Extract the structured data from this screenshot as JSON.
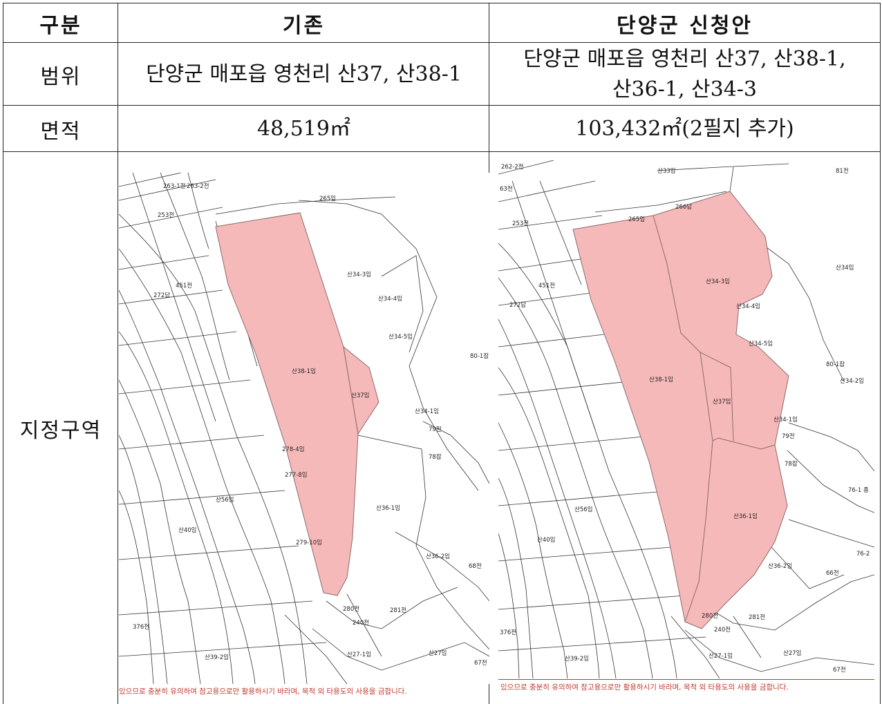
{
  "table": {
    "headers": [
      "구분",
      "기존",
      "단양군 신청안"
    ],
    "rows": [
      {
        "label": "범위",
        "existing": "단양군 매포읍 영천리 산37, 산38-1",
        "proposed_line1": "단양군 매포읍 영천리 산37, 산38-1,",
        "proposed_line2": "산36-1, 산34-3"
      },
      {
        "label": "면적",
        "existing": "48,519㎡",
        "proposed": "103,432㎡(2필지 추가)"
      },
      {
        "label": "지정구역"
      }
    ]
  },
  "colors": {
    "highlight": "#f6b9b9",
    "highlight_stroke": "#8a6a6a",
    "border": "#222222",
    "warning": "#c0392b"
  },
  "map_existing": {
    "parcel_labels": [
      "산38-1임",
      "산37임",
      "산34-3임",
      "산34-4임",
      "산34-5임",
      "산34-1임",
      "산36-1임",
      "산36-2임",
      "산40임",
      "산56임",
      "265임",
      "263-1전",
      "263-2전",
      "253전",
      "451전",
      "272답",
      "278-4임",
      "277-8임",
      "279-10임",
      "280전",
      "281전",
      "240전",
      "산27-1임",
      "산27임",
      "산39-2임",
      "376전",
      "80-1잡",
      "79전",
      "78잡",
      "68전",
      "67전"
    ],
    "warning": "있으므로 충분히 유의하여 참고용으로만 활용하시기 바라며, 목적 외 타용도의 사용을 금합니다."
  },
  "map_proposed": {
    "parcel_labels": [
      "산33임",
      "81전",
      "262-2전",
      "63전",
      "265임",
      "266답",
      "253전",
      "산34-3임",
      "산34-4임",
      "산34-5임",
      "산34-1임",
      "산34-2임",
      "산34임",
      "산38-1임",
      "산37임",
      "산36-1임",
      "산36-2임",
      "산40임",
      "산56임",
      "451전",
      "272답",
      "280전",
      "281전",
      "240전",
      "산27-1임",
      "산27임",
      "산39-2임",
      "376전",
      "80-1잡",
      "79전",
      "78잡",
      "76-1 종",
      "66전",
      "67전",
      "76-2"
    ],
    "warning": "있으므로 충분히 유의하여 참고용으로만 활용하시기 바라며, 목적 외 타용도의 사용을 금합니다."
  }
}
